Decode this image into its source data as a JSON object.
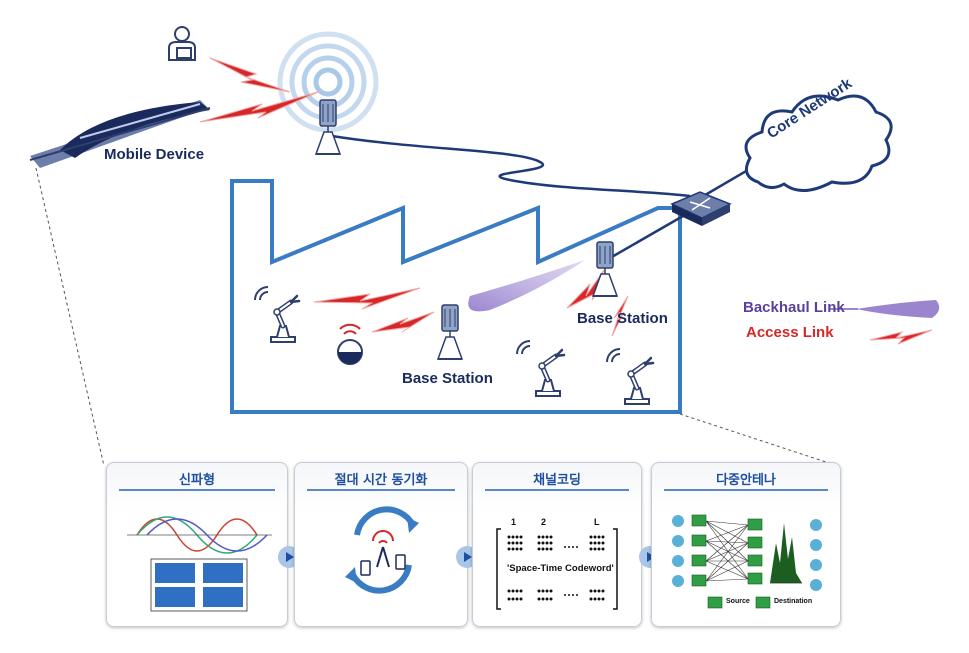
{
  "labels": {
    "mobile_device": "Mobile Device",
    "core_network": "Core Network",
    "base_station_1": "Base Station",
    "base_station_2": "Base Station",
    "backhaul_link": "Backhaul Link",
    "access_link": "Access Link"
  },
  "panels": [
    {
      "title": "신파형"
    },
    {
      "title": "절대 시간 동기화"
    },
    {
      "title": "채널코딩",
      "codeword": "'Space-Time Codeword'",
      "col1": "1",
      "col2": "2",
      "colL": "L"
    },
    {
      "title": "다중안테나",
      "source": "Source",
      "destination": "Destination"
    }
  ],
  "icons": [
    "user-icon",
    "train-icon",
    "tower-icon",
    "cloud-icon",
    "router-icon",
    "robot-arm-icon",
    "sensor-icon",
    "phone-icon",
    "play-arrow-icon"
  ],
  "colors": {
    "factory": "#3a7cc4",
    "backhaul": "#9b85cf",
    "access": "#d62828",
    "wire": "#1f3a78",
    "panel_title": "#1f4fa0"
  }
}
